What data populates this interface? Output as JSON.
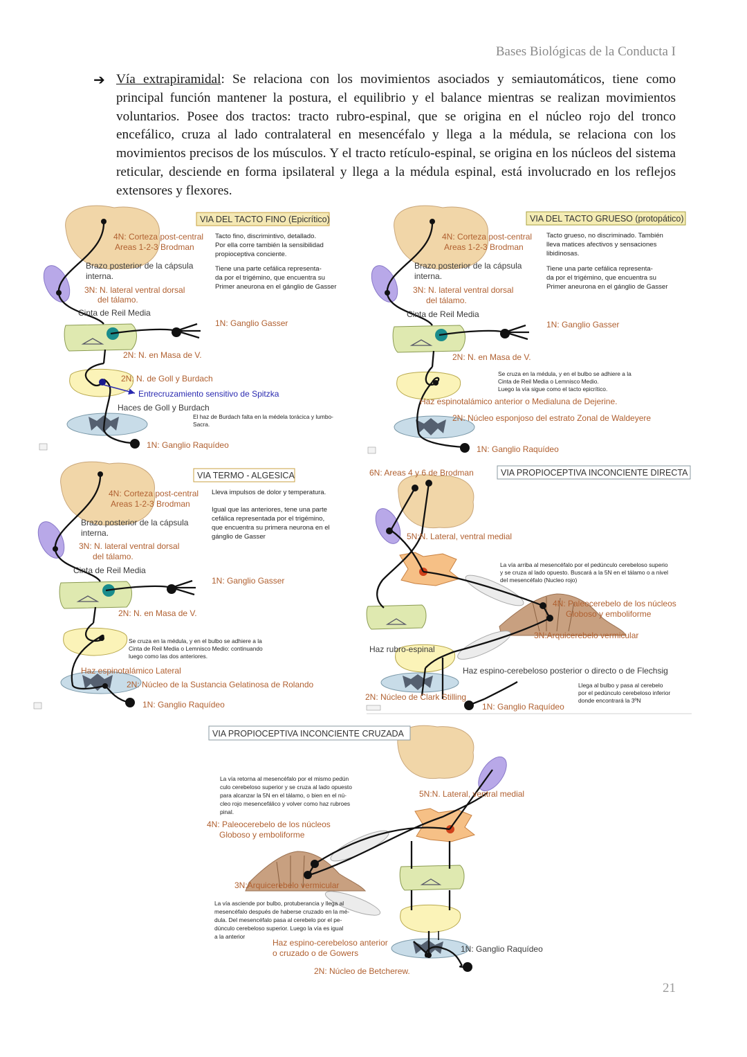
{
  "header": "Bases Biológicas de la Conducta I",
  "page_number": "21",
  "paragraph": {
    "term": "Vía extrapiramidal",
    "text": ": Se relaciona con los movimientos asociados y semiautomáticos, tiene como principal función mantener la postura, el equilibrio y el balance mientras se realizan movimientos voluntarios. Posee dos tractos: tracto rubro-espinal, que se origina en el núcleo rojo del tronco encefálico, cruza al lado contralateral en mesencéfalo y llega a la médula, se relaciona con los movimientos precisos de los músculos. Y el tracto retículo-espinal, se origina en los núcleos del sistema reticular, desciende en forma ipsilateral y llega a la médula espinal, está involucrado en los reflejos extensores y flexores."
  },
  "d1": {
    "title": "VIA DEL TACTO FINO (Epicrítico)",
    "desc": [
      "Tacto fino, discrimintivo, detallado.",
      "Por ella corre también la sensibilidad",
      "propioceptiva conciente."
    ],
    "desc2": [
      "Tiene una parte cefálica representa-",
      "da por el trigémino, que encuentra su",
      "Primer aneurona en el gánglio de Gasser"
    ],
    "l4n": [
      "4N: Corteza post-central",
      "Areas 1-2-3 Brodman"
    ],
    "brazo": [
      "Brazo posterior de la cápsula",
      "interna."
    ],
    "l3n": [
      "3N: N. lateral ventral dorsal",
      "del tálamo."
    ],
    "cinta": "Cinta de Reil Media",
    "gasser": "1N: Ganglio Gasser",
    "masa": "2N: N. en Masa de V.",
    "goll": "2N: N. de Goll y Burdach",
    "spitzka": "Entrecruzamiento sensitivo de Spitzka",
    "haces": "Haces de Goll y Burdach",
    "note": [
      "El haz de Burdach falta en la médela torácica y lumbo-",
      "Sacra."
    ],
    "raquideo": "1N: Ganglio Raquídeo"
  },
  "d2": {
    "title": "VIA DEL TACTO GRUESO (protopático)",
    "desc": [
      "Tacto grueso, no discriminado.  También",
      "lleva matices afectivos y sensaciones",
      "libidinosas."
    ],
    "desc2": [
      "Tiene una parte cefálica representa-",
      "da por el trigémino, que encuentra su",
      "Primer aneurona en el gánglio de Gasser"
    ],
    "l4n": [
      "4N: Corteza post-central",
      "Areas 1-2-3 Brodman"
    ],
    "brazo": [
      "Brazo posterior de la cápsula",
      "interna."
    ],
    "l3n": [
      "3N: N. lateral ventral dorsal",
      "del tálamo."
    ],
    "cinta": "Cinta de Reil Media",
    "gasser": "1N: Ganglio Gasser",
    "masa": "2N: N. en Masa de V.",
    "note": [
      "Se cruza en la médula, y en el bulbo se adhiere a la",
      "Cinta de Reil Media o Lemnisco Medio.",
      "Luego la vía sigue como el tacto epicrítico."
    ],
    "haz": "Haz espinotalámico anterior o Medialuna de Dejerine.",
    "nucleo": "2N: Núcleo esponjoso del estrato Zonal de Waldeyere",
    "raquideo": "1N: Ganglio Raquídeo"
  },
  "d3": {
    "title": "VIA TERMO - ALGESICA",
    "desc": [
      "Lleva impulsos de dolor y temperatura."
    ],
    "desc2": [
      "Igual que las anteriores, tene una parte",
      "cefálica representada por el trigémino,",
      "que encuentra su primera neurona en el",
      "gánglio de Gasser"
    ],
    "l4n": [
      "4N: Corteza post-central",
      "Areas 1-2-3 Brodman"
    ],
    "brazo": [
      "Brazo posterior de la cápsula",
      "interna."
    ],
    "l3n": [
      "3N: N. lateral ventral dorsal",
      "del tálamo."
    ],
    "cinta": "Cinta de Reil Media",
    "gasser": "1N: Ganglio Gasser",
    "masa": "2N: N. en Masa de V.",
    "note": [
      "Se cruza en la médula, y en el bulbo se adhiere a la",
      "Cinta de Reil Media o Lemnisco Medio: continuando",
      "luego como las dos anteriores."
    ],
    "haz": "Haz espinotalámico Lateral",
    "nucleo": "2N: Núcleo de la Sustancia Gelatinosa de Rolando",
    "raquideo": "1N: Ganglio Raquídeo"
  },
  "d4": {
    "title": "VIA PROPIOCEPTIVA INCONCIENTE DIRECTA",
    "l6n": "6N: Areas 4 y 6 de Brodman",
    "l5n": "5N:N. Lateral, ventral medial",
    "note": [
      "La vía arriba al mesencéfalo por el pedúnculo cerebeloso superio",
      "y se cruza al lado opuesto. Buscará a la 5N en el tálamo o a nivel",
      "del mesencéfalo (Nucleo rojo)"
    ],
    "l4n": [
      "4N: Paleocerebelo de los núcleos",
      "Globoso y emboliforme"
    ],
    "l3n": "3N:Arquicerebelo vermicular",
    "rubro": "Haz rubro-espinal",
    "flechsig": "Haz espino-cerebeloso posterior o directo o de Flechsig",
    "note2": [
      "Llega al bulbo y pasa al cerebelo",
      "por el pedúnculo cerebeloso inferior",
      "donde encontrará la 3ºN"
    ],
    "clark": "2N: Núcleo de Clark Stilling",
    "raquideo": "1N: Ganglio Raquídeo"
  },
  "d5": {
    "title": "VIA PROPIOCEPTIVA INCONCIENTE CRUZADA",
    "note": [
      "La vía retorna al mesencéfalo por el mismo pedún",
      "culo cerebeloso superior y se cruza al lado opuesto",
      "para alcanzar la 5N en el tálamo, o bien en el nú-",
      "cleo rojo mesencefálico y volver como haz rubroes",
      "pinal."
    ],
    "l5n": "5N:N. Lateral, ventral medial",
    "l4n": [
      "4N: Paleocerebelo de los núcleos",
      "Globoso y emboliforme"
    ],
    "l3n": "3N:Arquicerebelo vermicular",
    "note2": [
      "La vía asciende por bulbo, protuberancia y llega al",
      "mesencéfalo después de haberse cruzado en la mé-",
      "dula. Del mesencéfalo pasa al cerebelo por el pe-",
      "dúnculo cerebeloso superior. Luego la vía es igual",
      "a la anterior"
    ],
    "gowers": [
      "Haz espino-cerebeloso anterior",
      "o cruzado o de Gowers"
    ],
    "raquideo": "1N: Ganglio Raquídeo",
    "betcherew": "2N: Núcleo de Betcherew."
  }
}
